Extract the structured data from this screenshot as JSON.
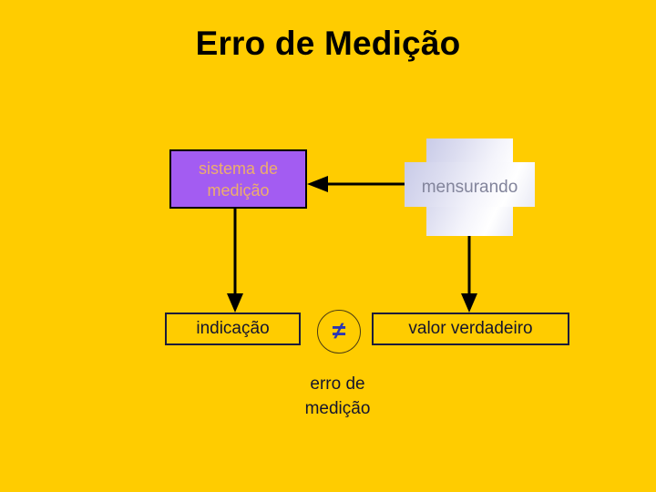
{
  "slide": {
    "title": "Erro de Medição",
    "background_color": "#FFCC00",
    "title_color": "#000000"
  },
  "diagram": {
    "type": "flow",
    "nodes": {
      "sistema": {
        "line1": "sistema de",
        "line2": "medição",
        "shape": "rectangle",
        "fill_color": "#A35CF2",
        "border_color": "#000000",
        "text_color": "#EDAE6B"
      },
      "mensurando": {
        "label": "mensurando",
        "shape": "cross",
        "fill_color": "#F0F1FA",
        "text_color": "#82849B"
      },
      "indicacao": {
        "label": "indicação",
        "shape": "rectangle",
        "fill_color": "transparent",
        "border_color": "#1C1C3A",
        "text_color": "#15152E"
      },
      "valor_verdadeiro": {
        "label": "valor verdadeiro",
        "shape": "rectangle",
        "fill_color": "transparent",
        "border_color": "#1C1C3A",
        "text_color": "#15152E"
      },
      "not_equal": {
        "symbol": "≠",
        "shape": "circle",
        "border_color": "#4A3B12",
        "symbol_color": "#2A35B4"
      }
    },
    "caption": {
      "line1": "erro de",
      "line2": "medição",
      "text_color": "#15152E"
    },
    "connectors": [
      {
        "name": "mensurando-to-sistema",
        "from": "mensurando",
        "to": "sistema",
        "direction": "left",
        "color": "#000000"
      },
      {
        "name": "sistema-to-indicacao",
        "from": "sistema",
        "to": "indicacao",
        "direction": "down",
        "color": "#000000"
      },
      {
        "name": "mensurando-to-valor",
        "from": "mensurando",
        "to": "valor_verdadeiro",
        "direction": "down",
        "color": "#000000"
      }
    ]
  }
}
